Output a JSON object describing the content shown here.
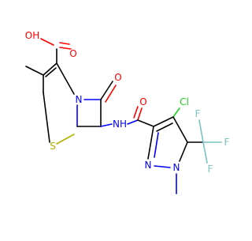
{
  "molecule": {
    "colors": {
      "carbon_bond": "#000000",
      "oxygen": "#ff0000",
      "nitrogen": "#0000ff",
      "sulfur": "#b2b200",
      "chlorine": "#1fd01f",
      "fluorine": "#79c2c2"
    },
    "atom_labels": {
      "carboxyl_oh": "OH",
      "carboxyl_o": "O",
      "lactam_o": "O",
      "ring_n": "N",
      "ring_s": "S",
      "amide_nh": "NH",
      "amide_o": "O",
      "chloro": "Cl",
      "pyrazole_n2": "N",
      "pyrazole_n1": "N",
      "fluoro_1": "F",
      "fluoro_2": "F",
      "fluoro_3": "F"
    }
  }
}
